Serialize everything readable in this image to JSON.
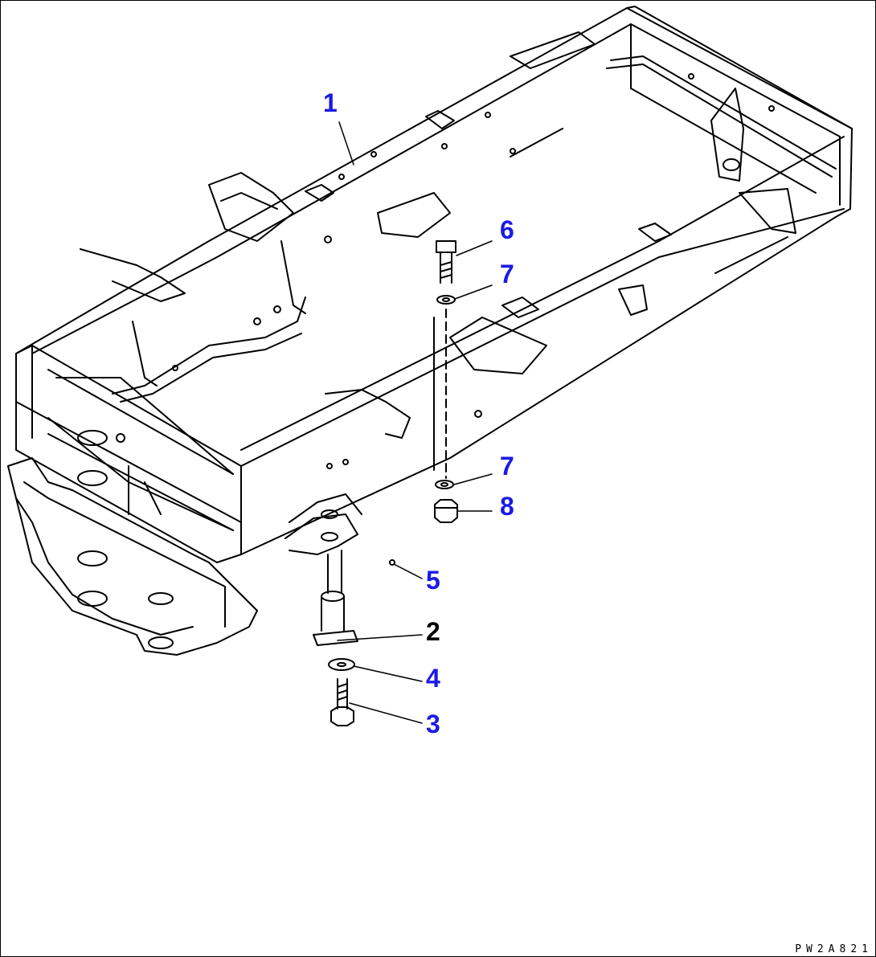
{
  "diagram": {
    "drawing_code": "PW2A821",
    "line_color": "#000000",
    "callout_color_blue": "#1a1ae6",
    "callout_color_black": "#000000",
    "callouts": [
      {
        "id": "1",
        "label": "1",
        "part": "frame"
      },
      {
        "id": "2",
        "label": "2",
        "part": "pin"
      },
      {
        "id": "3",
        "label": "3",
        "part": "bolt-lower"
      },
      {
        "id": "4",
        "label": "4",
        "part": "washer-lower"
      },
      {
        "id": "5",
        "label": "5",
        "part": "grease-fitting"
      },
      {
        "id": "6",
        "label": "6",
        "part": "bolt-upper"
      },
      {
        "id": "7a",
        "label": "7",
        "part": "washer-upper"
      },
      {
        "id": "7b",
        "label": "7",
        "part": "washer-bottom"
      },
      {
        "id": "8",
        "label": "8",
        "part": "nut"
      }
    ]
  }
}
